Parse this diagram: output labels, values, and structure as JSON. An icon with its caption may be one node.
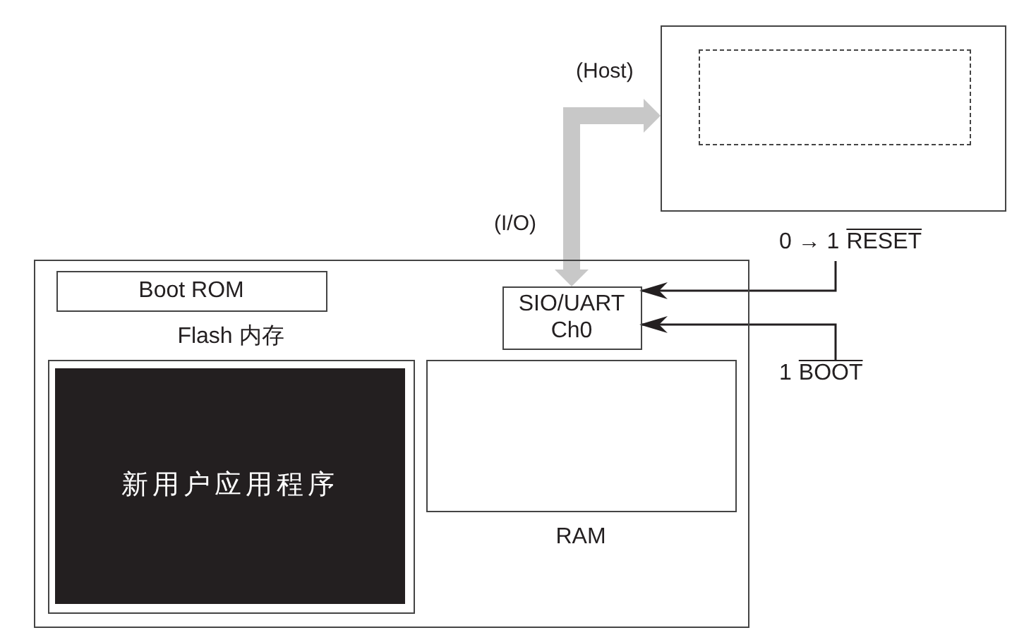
{
  "diagram": {
    "nodes": [
      {
        "text": [],
        "shape": "box"
      },
      {
        "text": [],
        "shape": "box",
        "in": 0
      },
      {
        "text": [],
        "shape": "box"
      },
      {
        "text": [
          "Boot ROM"
        ],
        "in": 2
      },
      {
        "text": [
          "Flash 内存"
        ],
        "in": 2
      },
      {
        "text": [
          "新用户应用程序"
        ],
        "in": 4
      },
      {
        "text": [
          "SIO/UART Ch0"
        ],
        "in": 2
      },
      {
        "text": [
          "RAM"
        ],
        "in": 2
      },
      {
        "text": [
          "0 → 1",
          "RESET"
        ]
      },
      {
        "text": [
          "1",
          "BOOT"
        ]
      }
    ],
    "edges": [
      {
        "from": 6,
        "to": 0,
        "arrow": "both",
        "style": "thick",
        "color": "#c8c8c8"
      },
      {
        "from": 8,
        "to": 6,
        "arrow": "to"
      },
      {
        "from": 9,
        "to": 6,
        "arrow": "to"
      }
    ],
    "labels": [
      "(Host)",
      "(I/O)"
    ]
  }
}
